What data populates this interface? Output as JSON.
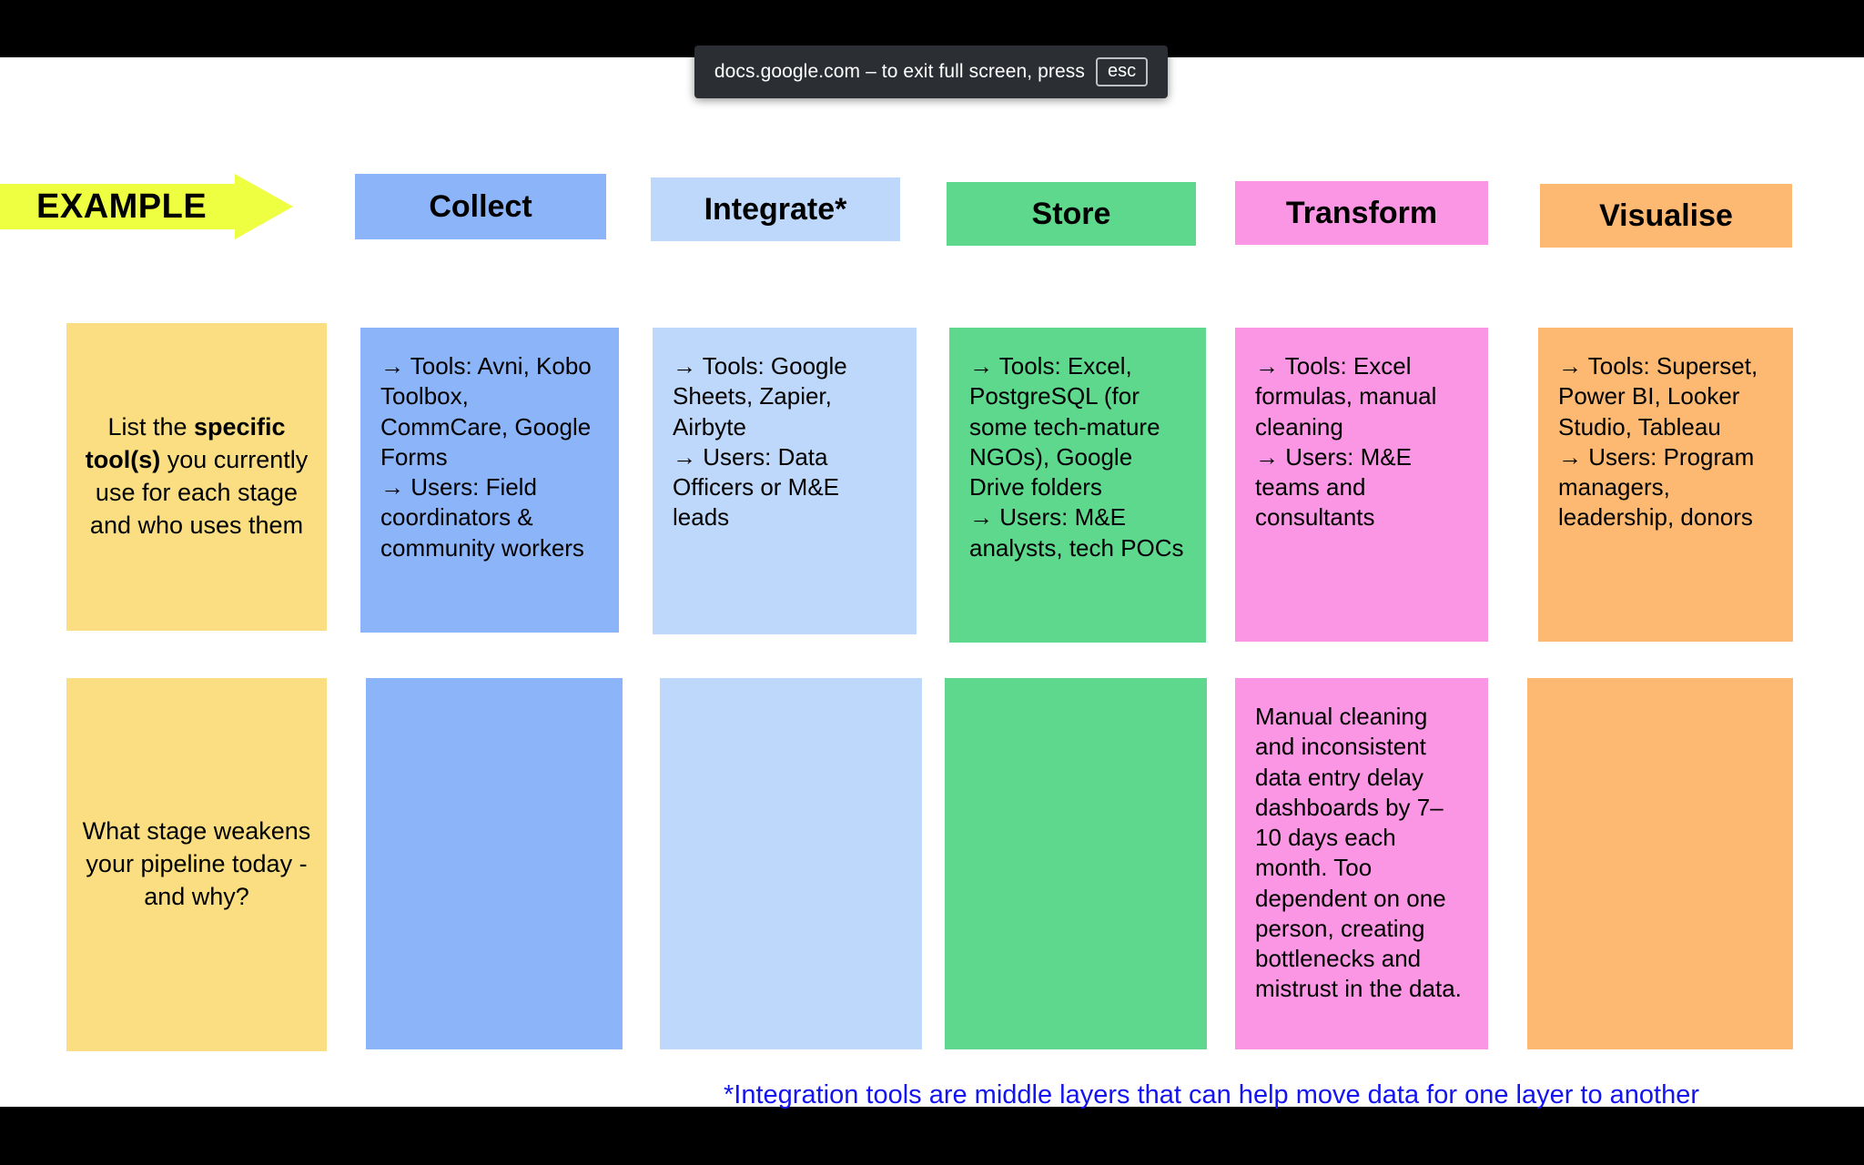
{
  "browser_toast": {
    "message": "docs.google.com – to exit full screen, press",
    "key_label": "esc"
  },
  "slide": {
    "example_badge": "EXAMPLE",
    "footnote": "*Integration tools are middle layers that can help move data for one layer to another",
    "colors": {
      "example_arrow": "#EEFF41",
      "prompt_yellow": "#FBDE81",
      "collect_blue": "#8CB4F8",
      "integrate_blue": "#BED8FC",
      "store_green": "#5ED88C",
      "transform_pink": "#FB96E4",
      "visualise_orange": "#FDB872",
      "footnote_blue": "#1414F0",
      "letterbox": "#000000"
    },
    "stages": [
      {
        "id": "collect",
        "label": "Collect"
      },
      {
        "id": "integrate",
        "label": "Integrate*"
      },
      {
        "id": "store",
        "label": "Store"
      },
      {
        "id": "transform",
        "label": "Transform"
      },
      {
        "id": "visualise",
        "label": "Visualise"
      }
    ],
    "rows": [
      {
        "id": "tools-and-users",
        "prompt_plain": "List the specific tool(s) you currently use for each stage and who uses them",
        "prompt_html": "List the <b>specific tool(s)</b> you currently use for each stage and who uses them",
        "cells": [
          {
            "stage": "collect",
            "text": "→ Tools: Avni, Kobo Toolbox, CommCare, Google Forms\n→ Users: Field coordinators & community workers"
          },
          {
            "stage": "integrate",
            "text": "→ Tools: Google Sheets, Zapier, Airbyte\n→ Users: Data Officers or M&E leads"
          },
          {
            "stage": "store",
            "text": "→ Tools: Excel, PostgreSQL (for some tech-mature NGOs), Google Drive folders\n→ Users: M&E analysts, tech POCs"
          },
          {
            "stage": "transform",
            "text": "→ Tools: Excel formulas, manual cleaning\n→ Users: M&E teams and consultants"
          },
          {
            "stage": "visualise",
            "text": "→ Tools: Superset, Power BI, Looker Studio, Tableau\n→ Users: Program managers, leadership, donors"
          }
        ]
      },
      {
        "id": "weakest-stage",
        "prompt_plain": "What stage weakens your pipeline today - and why?",
        "prompt_html": "What stage weakens your pipeline today - and why?",
        "cells": [
          {
            "stage": "collect",
            "text": ""
          },
          {
            "stage": "integrate",
            "text": ""
          },
          {
            "stage": "store",
            "text": ""
          },
          {
            "stage": "transform",
            "text": "Manual cleaning and inconsistent data entry delay dashboards by 7–10 days each month. Too dependent on one person, creating bottlenecks and mistrust in the data."
          },
          {
            "stage": "visualise",
            "text": ""
          }
        ]
      }
    ]
  }
}
